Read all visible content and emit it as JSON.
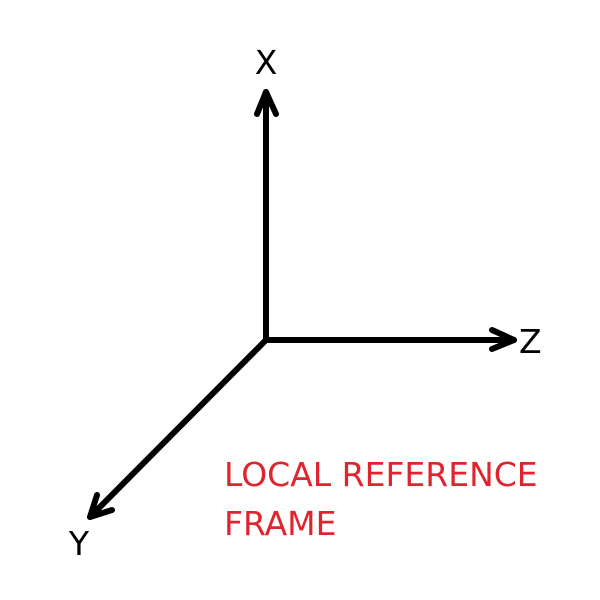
{
  "axes": {
    "x_label": "X",
    "y_label": "Y",
    "z_label": "Z"
  },
  "caption": {
    "line1": "LOCAL REFERENCE",
    "line2": "FRAME",
    "color": "#e0242f"
  },
  "colors": {
    "axis": "#000000"
  }
}
